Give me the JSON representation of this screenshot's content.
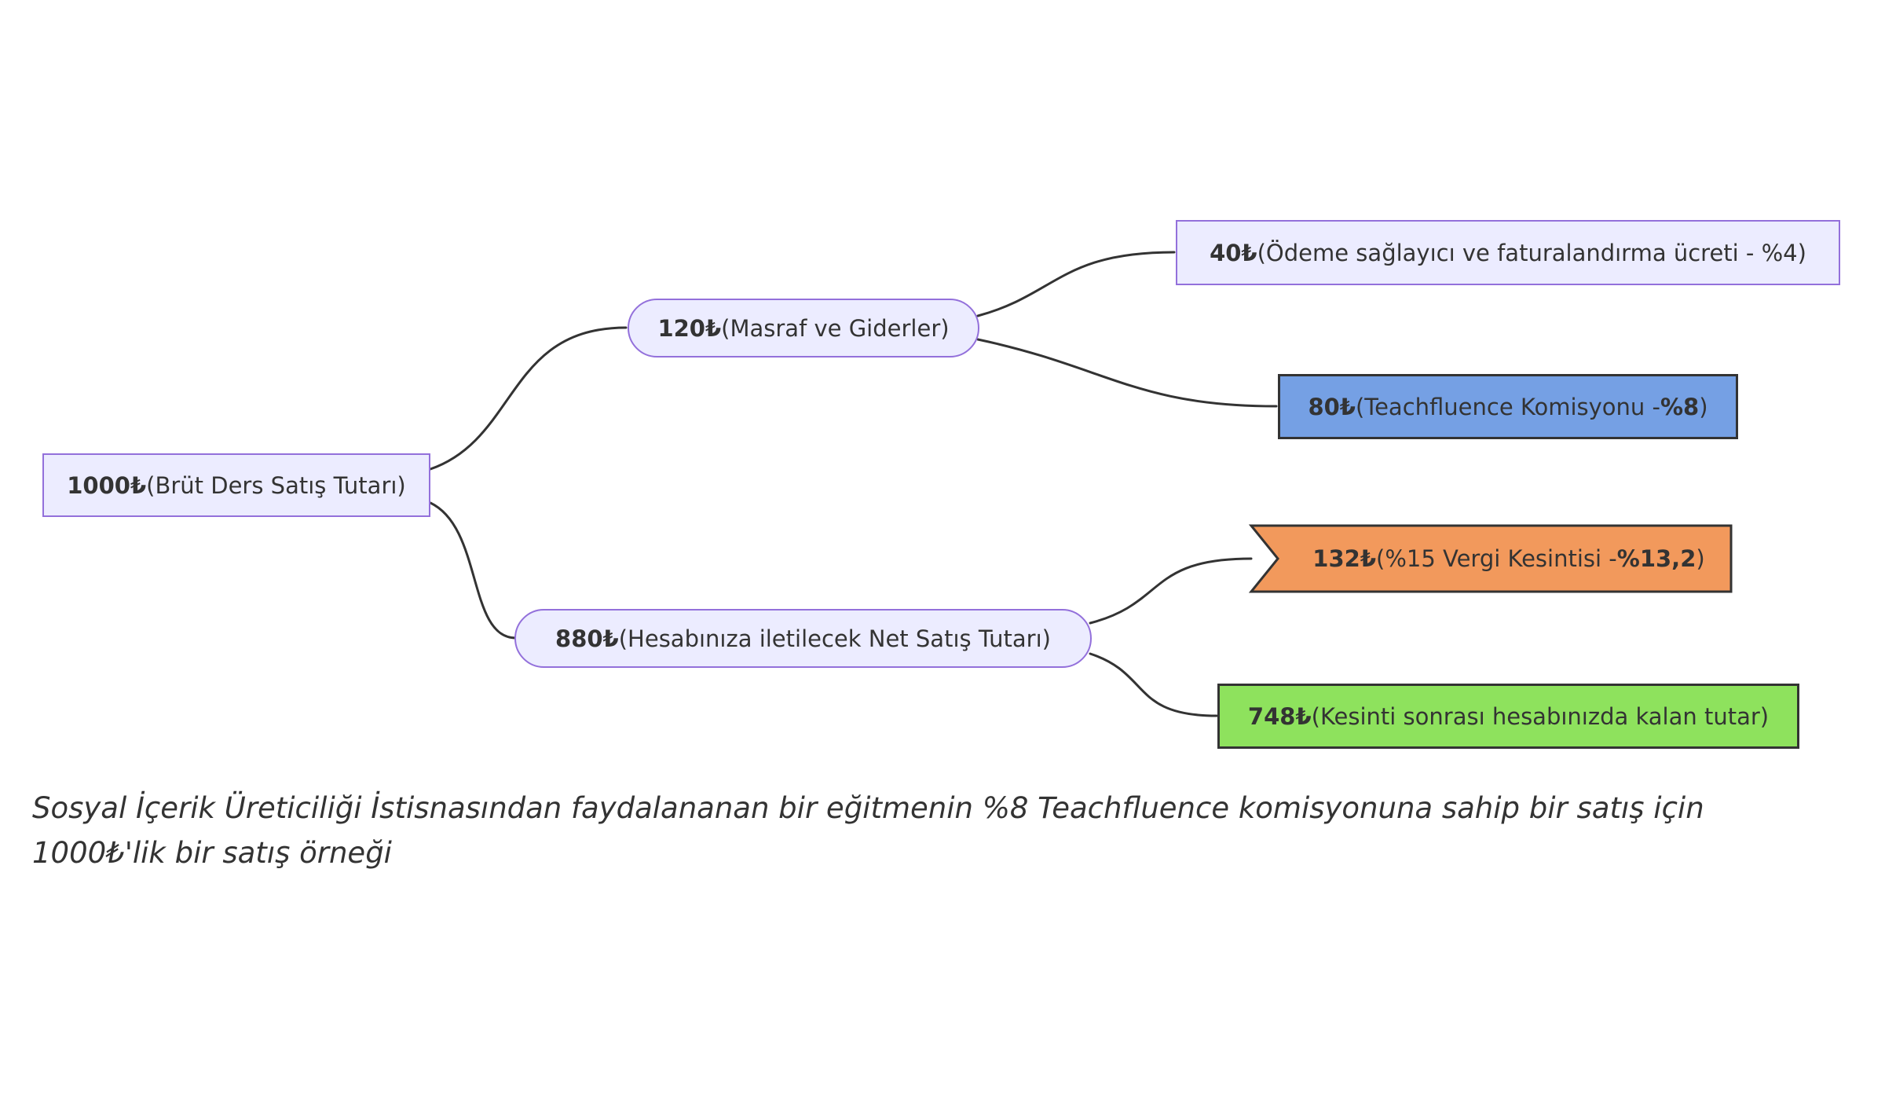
{
  "diagram": {
    "nodes": {
      "root": {
        "amount": "1000₺",
        "desc": " (Brüt Ders Satış Tutarı)",
        "strong": "",
        "tail": ""
      },
      "expenses": {
        "amount": "120₺",
        "desc": " (Masraf ve Giderler)",
        "strong": "",
        "tail": ""
      },
      "payment": {
        "amount": "40₺",
        "desc": " (Ödeme sağlayıcı ve faturalandırma ücreti - %4)",
        "strong": "",
        "tail": ""
      },
      "commission": {
        "amount": "80₺",
        "desc": " (Teachfluence Komisyonu - ",
        "strong": "%8",
        "tail": ")"
      },
      "net": {
        "amount": "880₺",
        "desc": " (Hesabınıza iletilecek Net Satış Tutarı)",
        "strong": "",
        "tail": ""
      },
      "tax": {
        "amount": "132₺",
        "desc": " (%15 Vergi Kesintisi - ",
        "strong": "%13,2",
        "tail": ")"
      },
      "remaining": {
        "amount": "748₺",
        "desc": " (Kesinti sonrası hesabınızda kalan tutar)",
        "strong": "",
        "tail": ""
      }
    },
    "caption": "Sosyal İçerik Üreticiliği İstisnasından faydalananan bir eğitmenin %8 Teachfluence komisyonuna sahip bir satış için 1000₺'lik bir satış örneği",
    "colors": {
      "lavender": "#ECECFF",
      "lavender_border": "#9370DB",
      "blue_fill": "#75A0E4",
      "orange_fill": "#F2995C",
      "green_fill": "#8EE25D",
      "border_dark": "#333333",
      "edge": "#333333",
      "text": "#333333"
    }
  }
}
